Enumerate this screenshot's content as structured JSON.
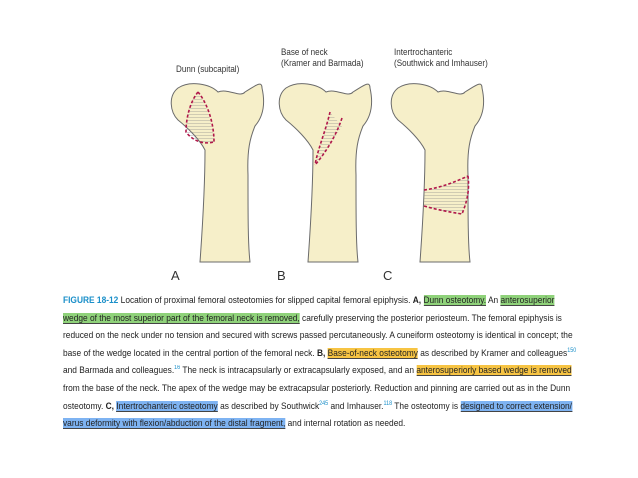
{
  "figure": {
    "columns": [
      {
        "label_lines": [
          "Dunn (subcapital)"
        ],
        "letter": "A"
      },
      {
        "label_lines": [
          "Base of neck",
          "(Kramer and Barmada)"
        ],
        "letter": "B"
      },
      {
        "label_lines": [
          "Intertrochanteric",
          "(Southwick and Imhauser)"
        ],
        "letter": "C"
      }
    ]
  },
  "caption": {
    "fig_id": "FIGURE 18-12",
    "s1": " Location of proximal femoral osteotomies for slipped capital femoral epiphysis. ",
    "a_label": "A,",
    "a_name": "Dunn osteotomy.",
    "s2": " An ",
    "a_hl1": "anterosuperior",
    "a_hl2": "wedge of the most superior part of the femoral neck is removed,",
    "s3": " carefully preserving the posterior periosteum. The femoral epiphysis is",
    "s4": "reduced on the neck under no tension and secured with screws passed percutaneously. A cuneiform osteotomy is identical in concept; the",
    "s5": "base of the wedge located in the central portion of the femoral neck. ",
    "b_label": "B,",
    "b_name": "Base-of-neck osteotomy",
    "s6": " as described by Kramer and colleagues",
    "ref150": "150",
    "s7": "and Barmada and colleagues.",
    "ref16": "16",
    "s8": " The neck is intracapsularly or extracapsularly exposed, and an ",
    "b_hl": "anterosuperiorly based wedge is removed",
    "s9": "from the base of the neck. The apex of the wedge may be extracapsular posteriorly. Reduction and pinning are carried out as in the Dunn",
    "s10": "osteotomy. ",
    "c_label": "C,",
    "c_name": "Intertrochanteric osteotomy",
    "s11": " as described by Southwick",
    "ref245": "245",
    "s12": " and Imhauser.",
    "ref118": "118",
    "s13": " The osteotomy is ",
    "c_hl1": "designed to correct extension/",
    "c_hl2": "varus deformity with flexion/abduction of the distal fragment,",
    "s14": " and internal rotation as needed."
  },
  "colors": {
    "bone": "#f6efc9",
    "bone_outline": "#6b6b6b",
    "cut_line": "#b0174a",
    "green_highlight": "#8fd27a",
    "yellow_highlight": "#f7c443",
    "blue_highlight": "#7eb3f2",
    "figure_id": "#1a8fc9"
  }
}
